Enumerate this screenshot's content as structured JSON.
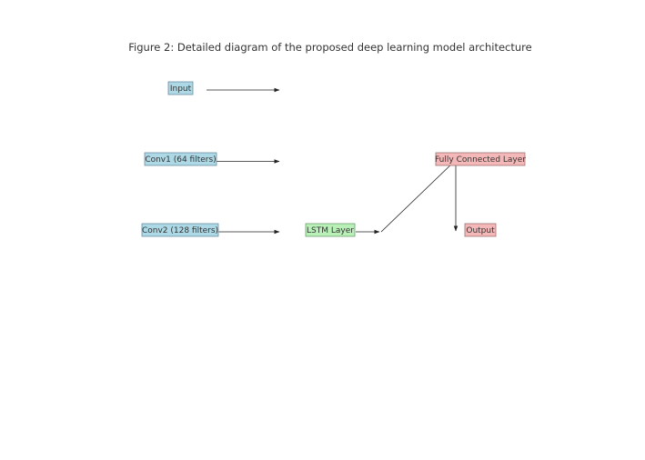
{
  "title": "Figure 2: Detailed diagram of the proposed deep learning model architecture",
  "colors": {
    "input_fill": "#add8e6",
    "input_stroke": "#6b8fa3",
    "lstm_fill": "#b8f0b8",
    "lstm_stroke": "#6f9f6f",
    "output_fill": "#f5b8b8",
    "output_stroke": "#a07070",
    "edge": "#222222",
    "title": "#333333"
  },
  "nodes": [
    {
      "id": "input",
      "label": "Input",
      "kind": "input"
    },
    {
      "id": "conv1",
      "label": "Conv1 (64 filters)",
      "kind": "input"
    },
    {
      "id": "conv2",
      "label": "Conv2 (128 filters)",
      "kind": "input"
    },
    {
      "id": "lstm",
      "label": "LSTM Layer",
      "kind": "lstm"
    },
    {
      "id": "fc",
      "label": "Fully Connected Layer",
      "kind": "output"
    },
    {
      "id": "output",
      "label": "Output",
      "kind": "output"
    }
  ]
}
